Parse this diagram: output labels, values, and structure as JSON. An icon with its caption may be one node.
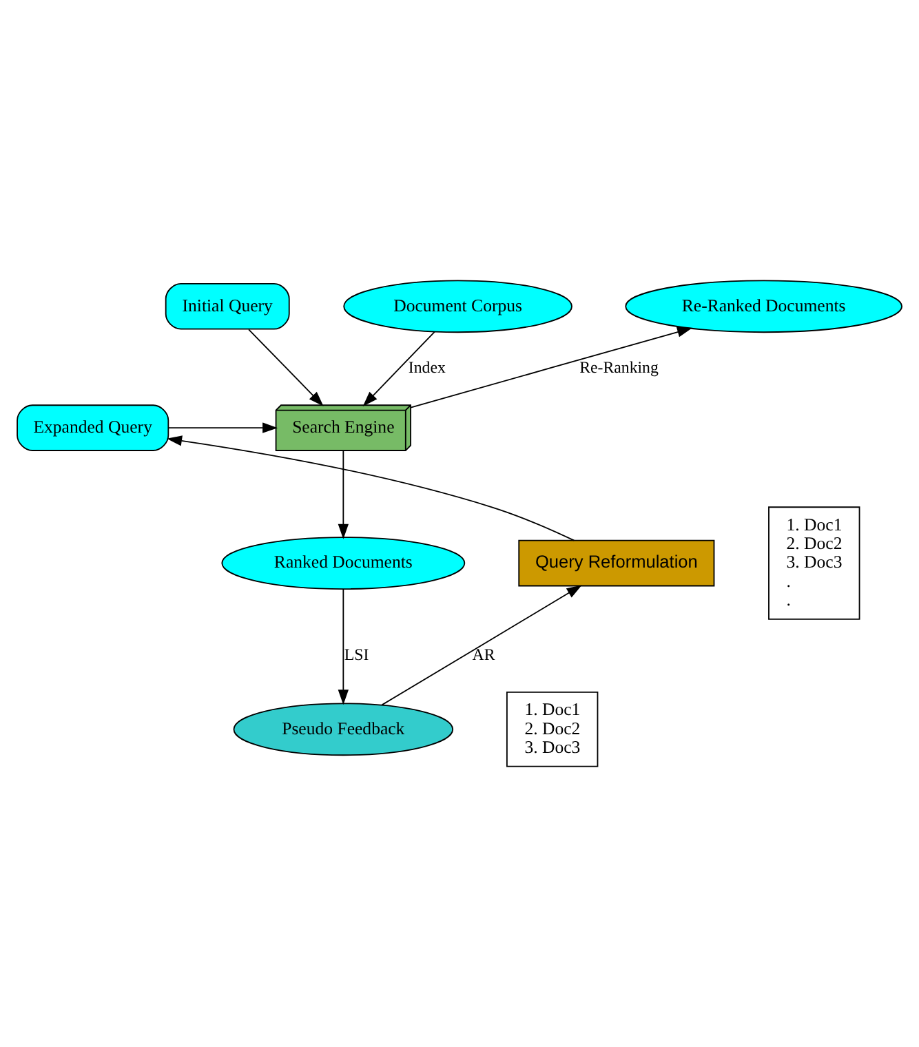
{
  "diagram": {
    "nodes": [
      {
        "text": [
          "Initial Query"
        ]
      },
      {
        "text": [
          "Document Corpus"
        ]
      },
      {
        "text": [
          "Re-Ranked Documents"
        ]
      },
      {
        "text": [
          "Expanded Query"
        ]
      },
      {
        "text": [
          "Search Engine"
        ]
      },
      {
        "text": [
          "Ranked Documents"
        ]
      },
      {
        "text": [
          "1. Doc1",
          "2. Doc2",
          "3. Doc3",
          ".",
          "."
        ]
      },
      {
        "text": [
          "Query Reformulation"
        ]
      },
      {
        "text": [
          "Pseudo Feedback"
        ]
      },
      {
        "text": [
          "1. Doc1",
          "2. Doc2",
          "3. Doc3"
        ]
      }
    ],
    "edges": [
      {
        "from": 0,
        "to": 4,
        "arrow": "to"
      },
      {
        "from": 1,
        "to": 4,
        "arrow": "to",
        "label": "Index"
      },
      {
        "from": 4,
        "to": 2,
        "arrow": "to",
        "label": "Re-Ranking"
      },
      {
        "from": 3,
        "to": 4,
        "arrow": "to"
      },
      {
        "from": 4,
        "to": 5,
        "arrow": "to"
      },
      {
        "from": 5,
        "to": 8,
        "arrow": "to",
        "label": "LSI"
      },
      {
        "from": 8,
        "to": 7,
        "arrow": "to",
        "label": "AR"
      },
      {
        "from": 7,
        "to": 3,
        "arrow": "to"
      }
    ]
  }
}
